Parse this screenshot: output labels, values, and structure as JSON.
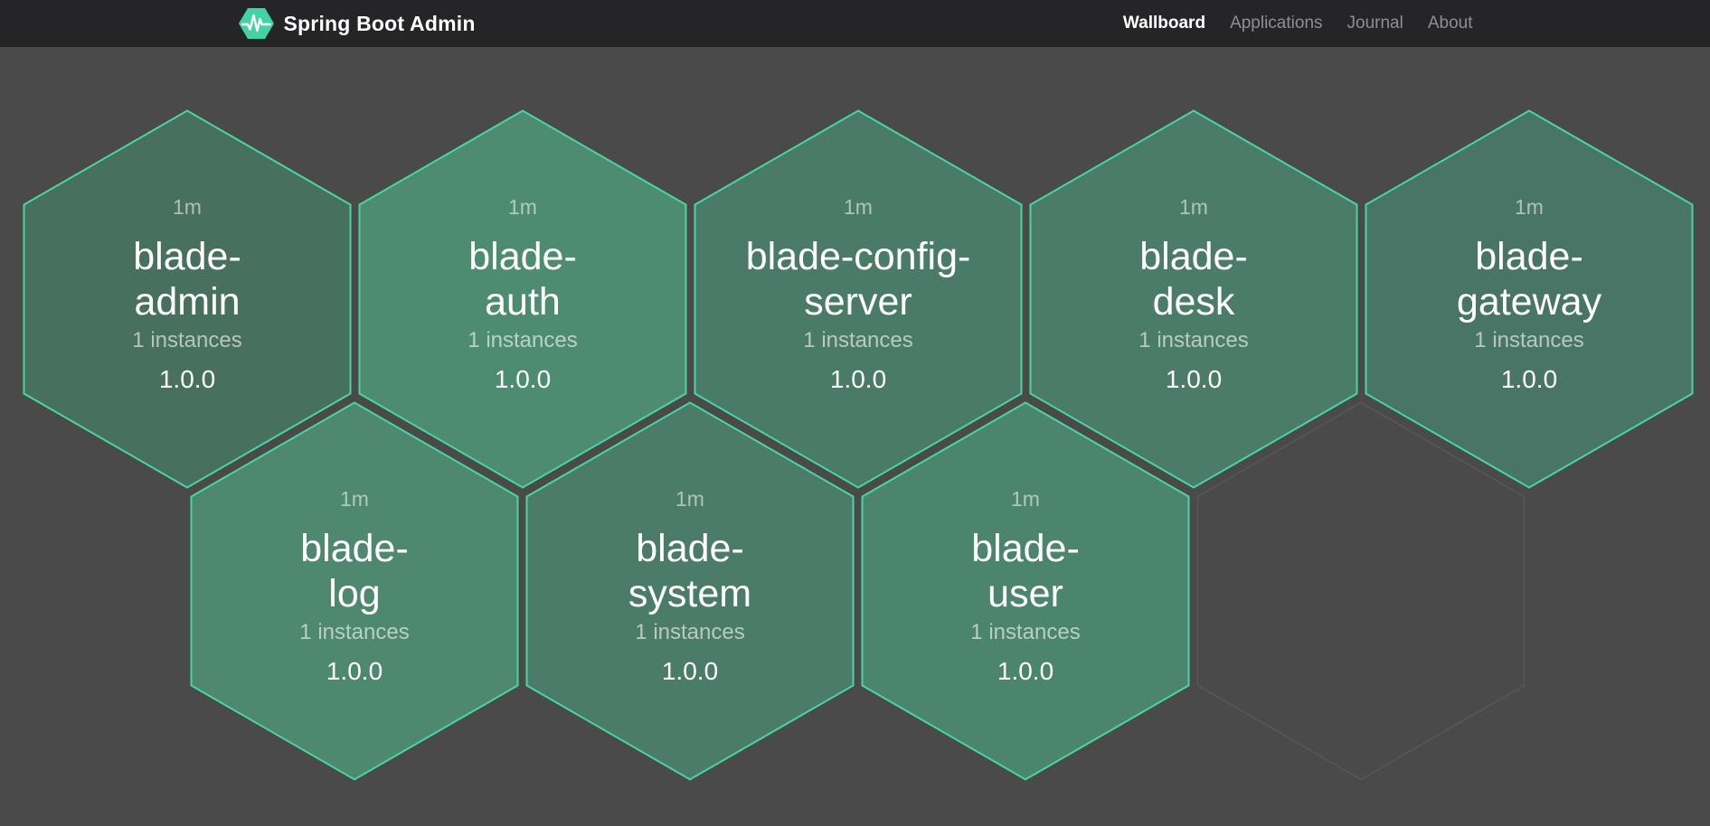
{
  "navbar": {
    "brand": "Spring Boot Admin",
    "items": [
      {
        "label": "Wallboard",
        "active": true
      },
      {
        "label": "Applications",
        "active": false
      },
      {
        "label": "Journal",
        "active": false
      },
      {
        "label": "About",
        "active": false
      }
    ]
  },
  "theme": {
    "page_bg": "#4a4a4a",
    "navbar_bg": "#252527",
    "hex_border_green": "#46d7a3",
    "logo_green": "#41d3a2",
    "empty_hex_outline": "#575757"
  },
  "wallboard": {
    "tiles": [
      {
        "name": "blade-admin",
        "name_lines": [
          "blade-",
          "admin"
        ],
        "uptime": "1m",
        "instances": "1 instances",
        "version": "1.0.0",
        "fill": "#48705f"
      },
      {
        "name": "blade-auth",
        "name_lines": [
          "blade-",
          "auth"
        ],
        "uptime": "1m",
        "instances": "1 instances",
        "version": "1.0.0",
        "fill": "#4e8c72"
      },
      {
        "name": "blade-config-server",
        "name_lines": [
          "blade-config-",
          "server"
        ],
        "uptime": "1m",
        "instances": "1 instances",
        "version": "1.0.0",
        "fill": "#4a7a68"
      },
      {
        "name": "blade-desk",
        "name_lines": [
          "blade-",
          "desk"
        ],
        "uptime": "1m",
        "instances": "1 instances",
        "version": "1.0.0",
        "fill": "#4b7c69"
      },
      {
        "name": "blade-gateway",
        "name_lines": [
          "blade-",
          "gateway"
        ],
        "uptime": "1m",
        "instances": "1 instances",
        "version": "1.0.0",
        "fill": "#497567"
      },
      {
        "name": "blade-log",
        "name_lines": [
          "blade-",
          "log"
        ],
        "uptime": "1m",
        "instances": "1 instances",
        "version": "1.0.0",
        "fill": "#4d886f"
      },
      {
        "name": "blade-system",
        "name_lines": [
          "blade-",
          "system"
        ],
        "uptime": "1m",
        "instances": "1 instances",
        "version": "1.0.0",
        "fill": "#4a7c69"
      },
      {
        "name": "blade-user",
        "name_lines": [
          "blade-",
          "user"
        ],
        "uptime": "1m",
        "instances": "1 instances",
        "version": "1.0.0",
        "fill": "#4c856d"
      },
      {
        "empty": true
      }
    ]
  }
}
